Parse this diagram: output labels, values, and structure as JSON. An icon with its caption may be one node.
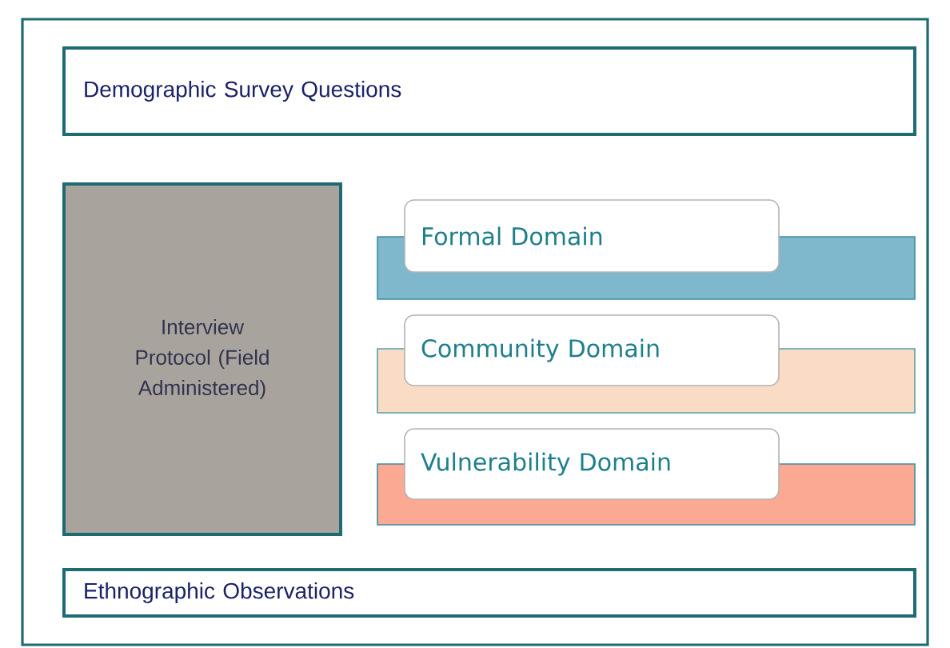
{
  "diagram": {
    "nodes": [
      {
        "text": [],
        "shape": "box"
      },
      {
        "text": [
          "Demographic Survey Questions"
        ],
        "in": 0
      },
      {
        "text": [
          "Interview Protocol (Field Administered)"
        ],
        "in": 0
      },
      {
        "text": [],
        "shape": "bar",
        "in": 0
      },
      {
        "text": [
          "Formal Domain"
        ],
        "in": 0
      },
      {
        "text": [],
        "shape": "bar",
        "in": 0
      },
      {
        "text": [
          "Community Domain"
        ],
        "in": 0
      },
      {
        "text": [],
        "shape": "bar",
        "in": 0
      },
      {
        "text": [
          "Vulnerability Domain"
        ],
        "in": 0
      },
      {
        "text": [
          "Ethnographic Observations"
        ],
        "in": 0
      }
    ]
  }
}
